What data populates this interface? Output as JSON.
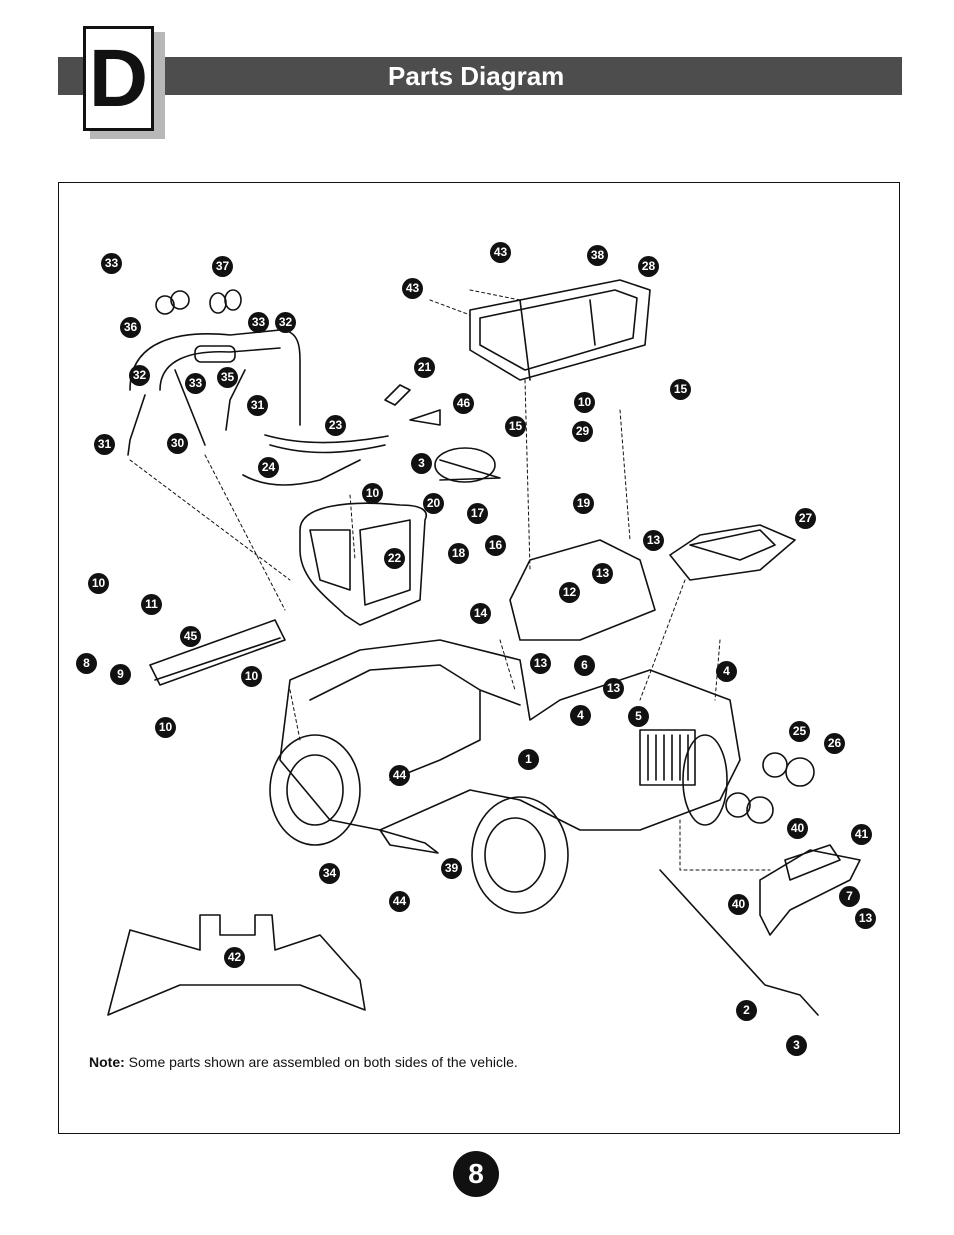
{
  "header": {
    "section_letter": "D",
    "title": "Parts Diagram"
  },
  "diagram": {
    "callouts": [
      "1",
      "2",
      "3",
      "4",
      "5",
      "6",
      "7",
      "8",
      "9",
      "10",
      "11",
      "12",
      "13",
      "14",
      "15",
      "16",
      "17",
      "18",
      "19",
      "20",
      "21",
      "22",
      "23",
      "24",
      "25",
      "26",
      "27",
      "28",
      "29",
      "30",
      "31",
      "32",
      "33",
      "34",
      "35",
      "36",
      "37",
      "38",
      "39",
      "40",
      "41",
      "42",
      "43",
      "44",
      "45",
      "46"
    ]
  },
  "note": {
    "label": "Note:",
    "text": "Some parts shown are assembled on both sides of the vehicle."
  },
  "footer": {
    "page_number": "8"
  }
}
